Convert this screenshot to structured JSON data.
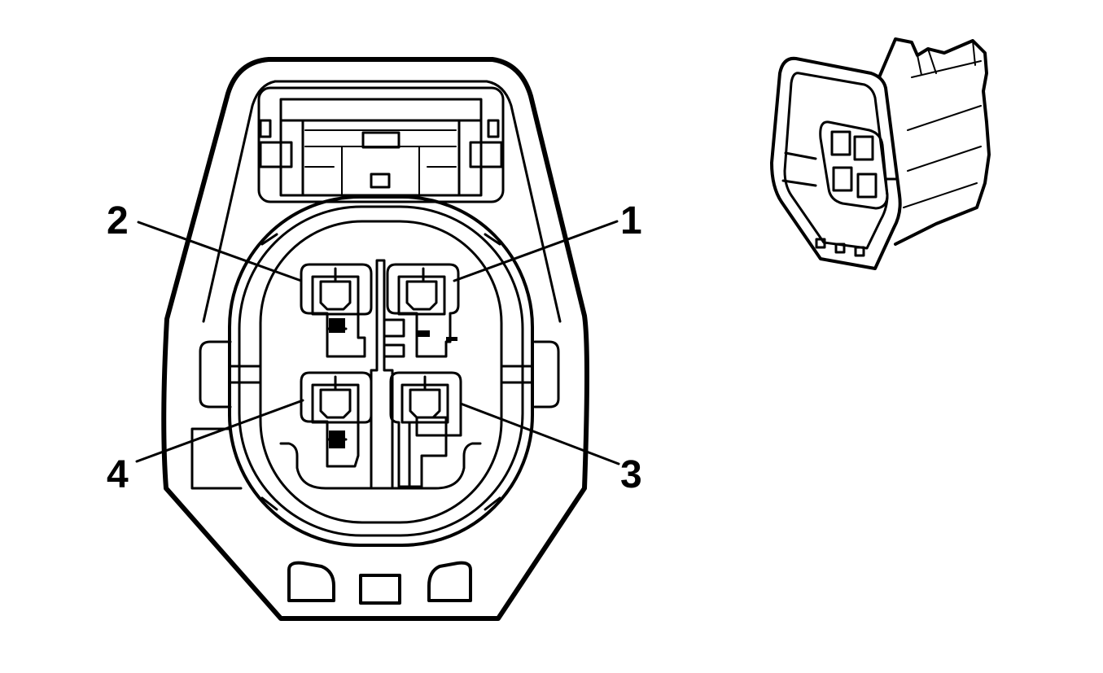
{
  "diagram": {
    "line_color": "#000000",
    "background": "#ffffff",
    "views": [
      "connector-face-view",
      "connector-perspective-view"
    ],
    "terminals": [
      {
        "id": "1",
        "label": "1"
      },
      {
        "id": "2",
        "label": "2"
      },
      {
        "id": "3",
        "label": "3"
      },
      {
        "id": "4",
        "label": "4"
      }
    ]
  }
}
